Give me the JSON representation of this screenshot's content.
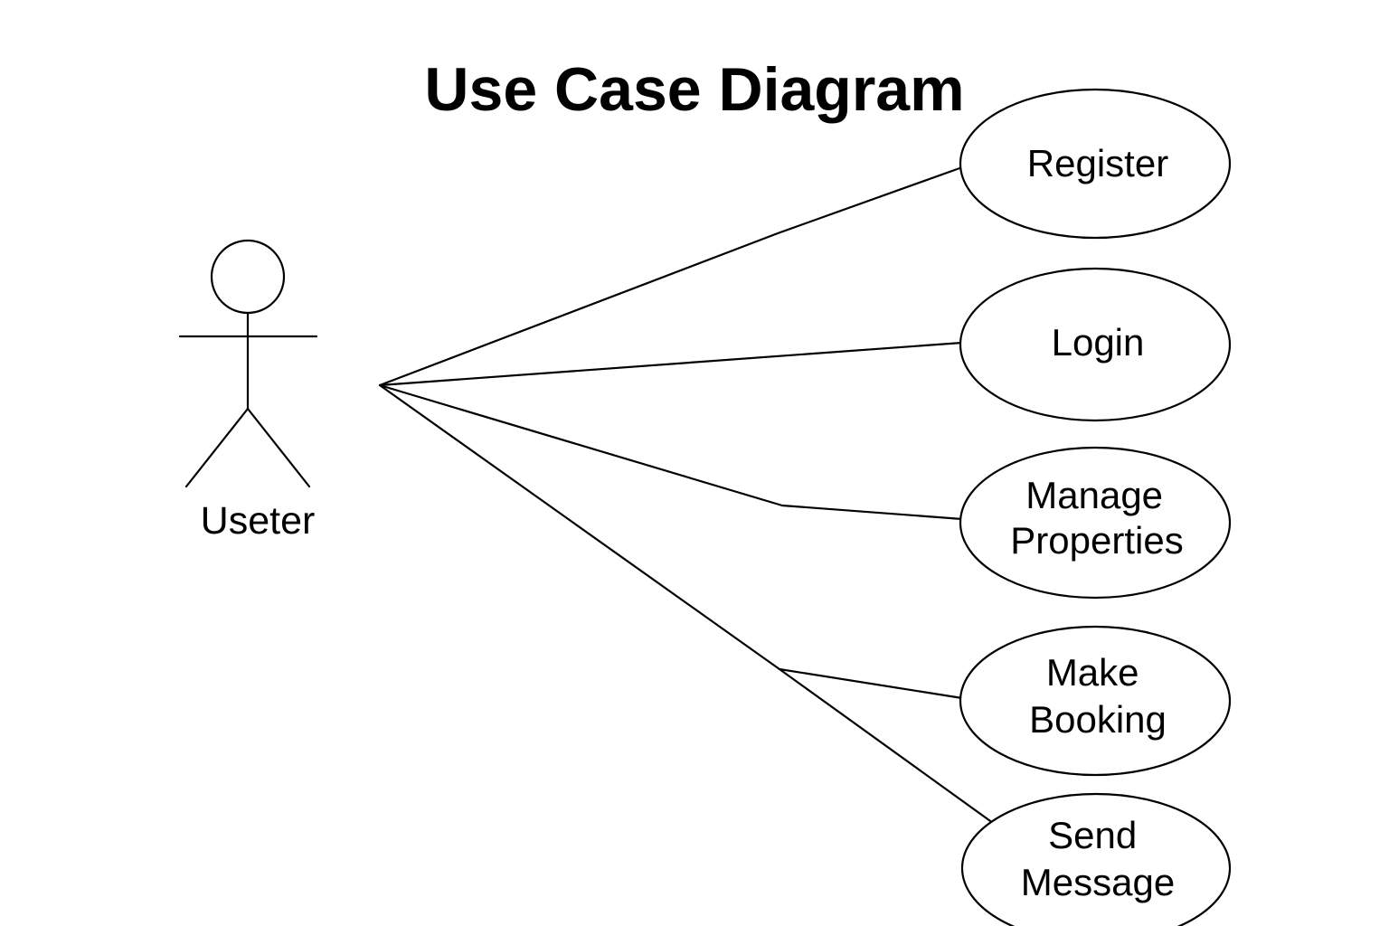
{
  "title": "Use Case Diagram",
  "actor": {
    "label": "Useter",
    "icon": "stick-figure-icon"
  },
  "use_cases": [
    {
      "id": "register",
      "lines": [
        "Register"
      ]
    },
    {
      "id": "login",
      "lines": [
        "Login"
      ]
    },
    {
      "id": "manage-properties",
      "lines": [
        "Manage",
        "Properties"
      ]
    },
    {
      "id": "make-booking",
      "lines": [
        "Make",
        "Booking"
      ]
    },
    {
      "id": "send-message",
      "lines": [
        "Send",
        "Message"
      ]
    }
  ],
  "colors": {
    "stroke": "#000000",
    "background": "#ffffff"
  }
}
